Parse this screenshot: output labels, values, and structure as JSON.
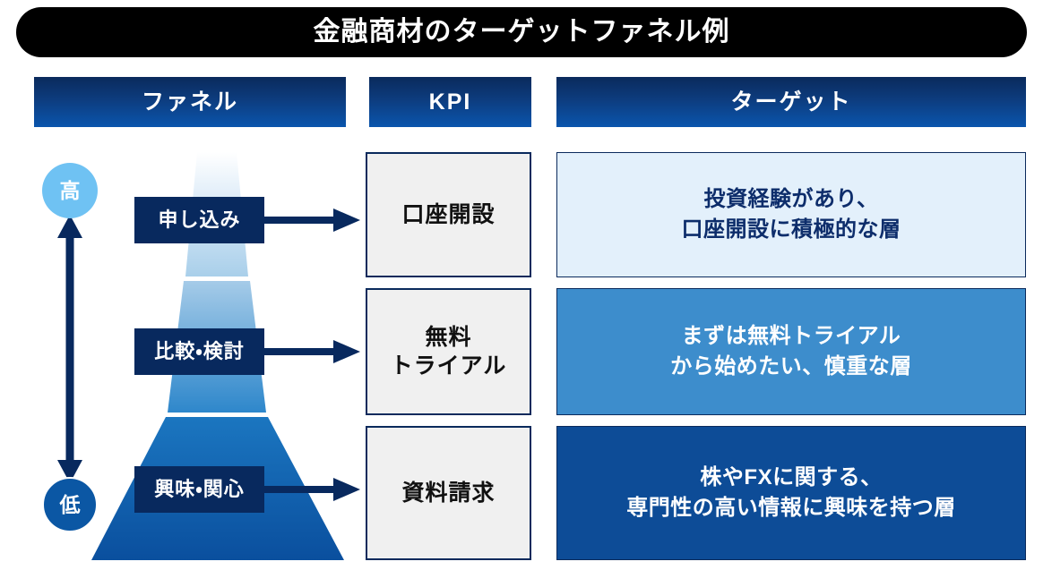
{
  "title": "金融商材のターゲットファネル例",
  "columns": {
    "funnel": "ファネル",
    "kpi": "KPI",
    "target": "ターゲット"
  },
  "scale": {
    "high_label": "高",
    "low_label": "低",
    "high_color": "#6FC2F3",
    "low_color": "#0B57A4",
    "arrow_color": "#08295E"
  },
  "stages": [
    {
      "funnel_label": "申し込み",
      "kpi": "口座開設",
      "target": "投資経験があり、\n口座開設に積極的な層",
      "target_bg": "#E3F0FB",
      "target_text_color": "#0D2D6B",
      "band_color": "#A9CEEA"
    },
    {
      "funnel_label": "比較・検討",
      "kpi": "無料\nトライアル",
      "target": "まずは無料トライアル\nから始めたい、慎重な層",
      "target_bg": "#3D8DCC",
      "target_text_color": "#FFFFFF",
      "band_color": "#4D9AD4"
    },
    {
      "funnel_label": "興味・関心",
      "kpi": "資料請求",
      "target": "株やFXに関する、\n専門性の高い情報に興味を持つ層",
      "target_bg": "#0D4C97",
      "target_text_color": "#FFFFFF",
      "band_color": "#0C62B4"
    }
  ],
  "theme": {
    "title_bg": "#000000",
    "title_text": "#FFFFFF",
    "header_gradient_top": "#0A2A5C",
    "header_gradient_bottom": "#0A55AD",
    "stage_label_bg": "#08295E",
    "kpi_bg": "#F0F0F0",
    "kpi_border": "#0A2A5C",
    "kpi_text": "#111111"
  }
}
